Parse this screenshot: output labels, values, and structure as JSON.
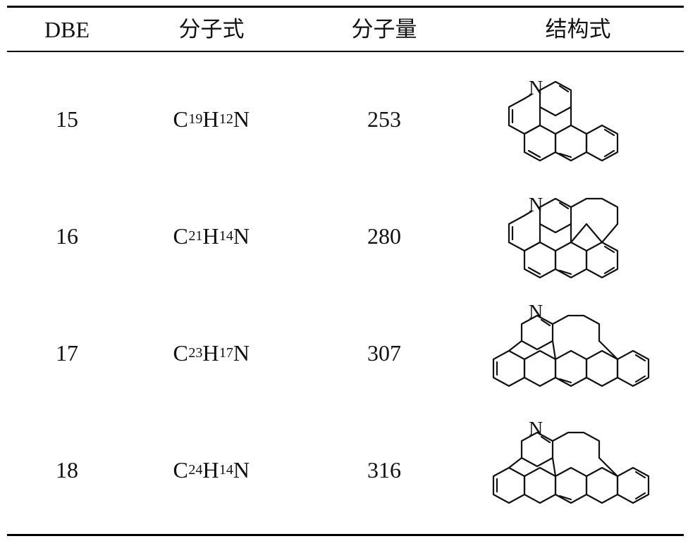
{
  "table": {
    "headers": [
      "DBE",
      "分子式",
      "分子量",
      "结构式"
    ],
    "rows": [
      {
        "dbe": "15",
        "formula": {
          "c": "C",
          "c_n": "19",
          "h": "H",
          "h_n": "12",
          "n": "N"
        },
        "mass": "253"
      },
      {
        "dbe": "16",
        "formula": {
          "c": "C",
          "c_n": "21",
          "h": "H",
          "h_n": "14",
          "n": "N"
        },
        "mass": "280"
      },
      {
        "dbe": "17",
        "formula": {
          "c": "C",
          "c_n": "23",
          "h": "H",
          "h_n": "17",
          "n": "N"
        },
        "mass": "307"
      },
      {
        "dbe": "18",
        "formula": {
          "c": "C",
          "c_n": "24",
          "h": "H",
          "h_n": "14",
          "n": "N"
        },
        "mass": "316"
      }
    ],
    "structure_atom_label": "N"
  }
}
